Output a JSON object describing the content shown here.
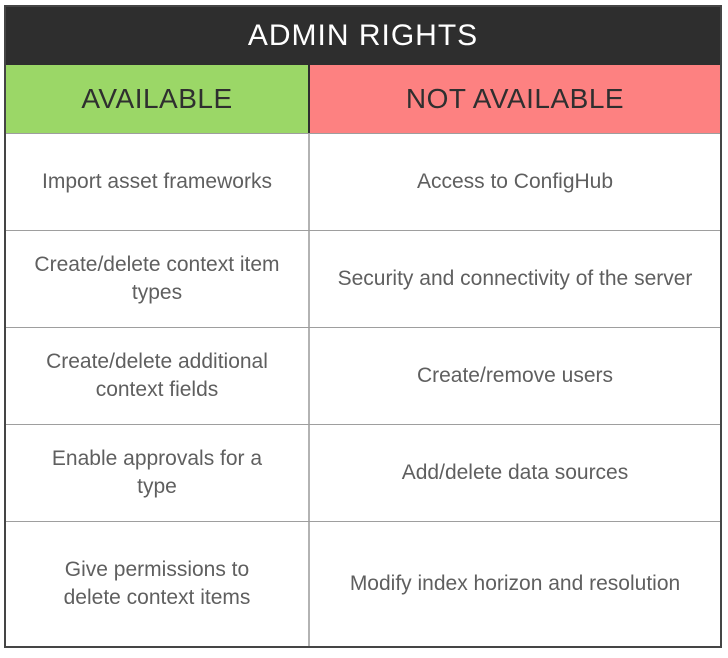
{
  "title": "ADMIN RIGHTS",
  "columns": [
    {
      "label": "AVAILABLE"
    },
    {
      "label": "NOT AVAILABLE"
    }
  ],
  "rows": [
    {
      "available": "Import asset frameworks",
      "not_available": "Access to ConfigHub"
    },
    {
      "available": "Create/delete context item types",
      "not_available": "Security and connectivity of the server"
    },
    {
      "available": "Create/delete additional context fields",
      "not_available": "Create/remove users"
    },
    {
      "available": "Enable approvals for a type",
      "not_available": "Add/delete data sources"
    },
    {
      "available": "Give permissions to delete context items",
      "not_available": "Modify index horizon and resolution"
    }
  ],
  "colors": {
    "title-bg": "#2e2e2e",
    "title-text": "#ffffff",
    "available-bg": "#9bd767",
    "not-available-bg": "#fd8181",
    "header-text": "#2f2f2f",
    "body-text": "#5f5f5f",
    "grid-line": "#9e9e9e",
    "cell-divider": "#b3b3b3",
    "outer-border": "#454545"
  }
}
